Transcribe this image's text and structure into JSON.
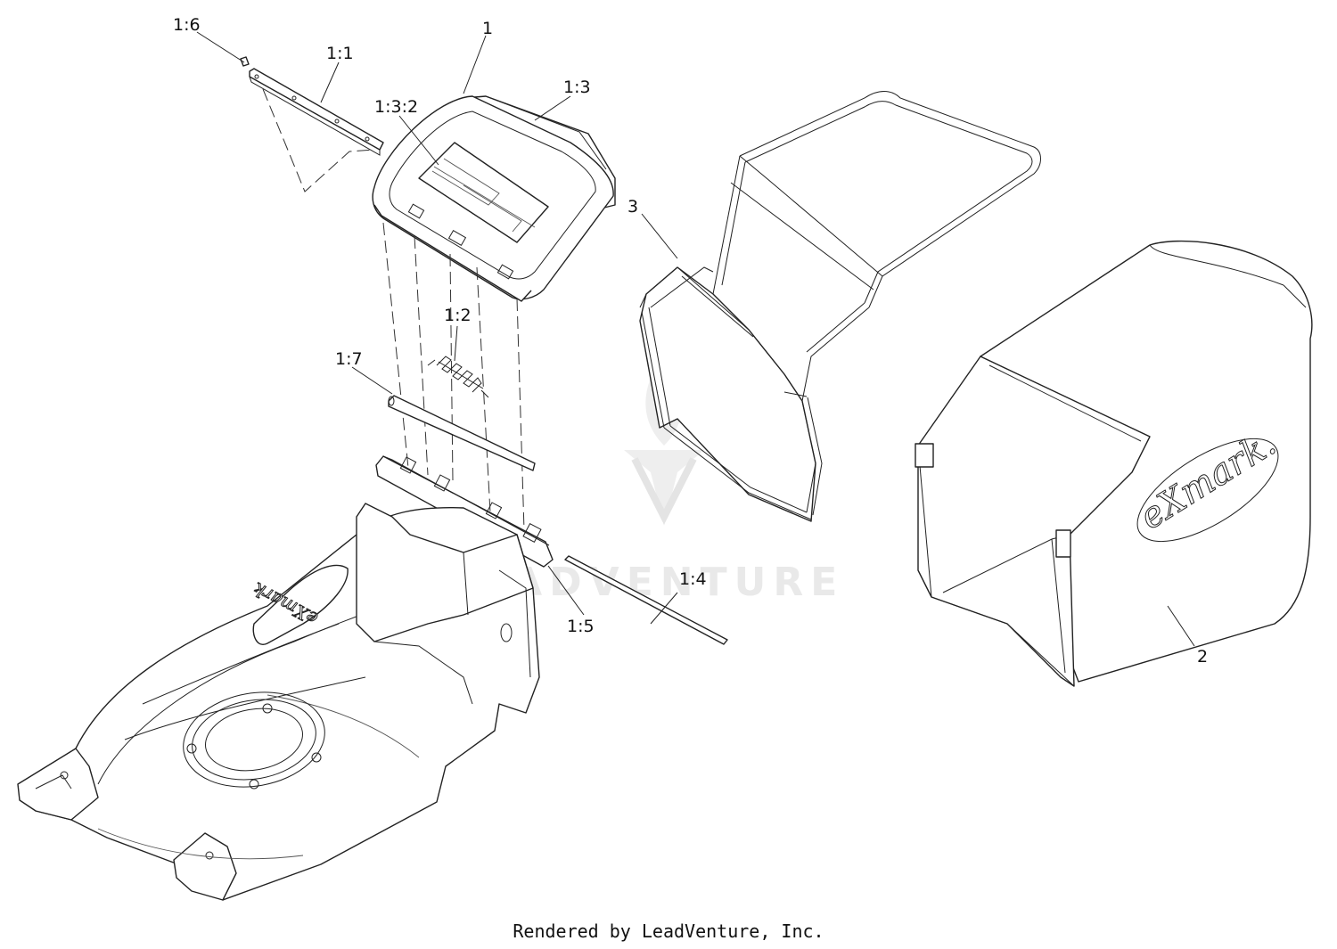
{
  "callouts": {
    "c1": "1",
    "c1_1": "1:1",
    "c1_2": "1:2",
    "c1_3": "1:3",
    "c1_3_2": "1:3:2",
    "c1_4": "1:4",
    "c1_5": "1:5",
    "c1_6": "1:6",
    "c1_7": "1:7",
    "c2": "2",
    "c3": "3"
  },
  "brand_marks": {
    "deck": "eXmark",
    "bag": "eXmark."
  },
  "watermark": {
    "text": "LEADVENTURE"
  },
  "footer": {
    "credit": "Rendered by LeadVenture, Inc."
  },
  "colors": {
    "line": "#222222",
    "background": "#ffffff",
    "watermark": "#e9e9e9"
  }
}
